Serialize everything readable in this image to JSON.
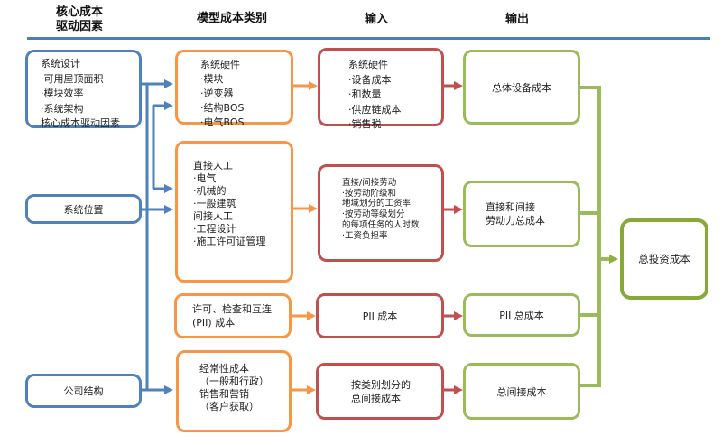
{
  "headers": {
    "core_drivers": {
      "lines": [
        "核心成本",
        "驱动因素"
      ]
    },
    "model_categories": "模型成本类别",
    "inputs": "输入",
    "outputs": "输出"
  },
  "colors": {
    "blue": "#4F81BD",
    "orange": "#F79646",
    "red": "#C0504D",
    "green": "#9BBB59",
    "dark_green": "#86A937"
  },
  "drivers": {
    "system_design": {
      "lines": [
        "系统设计",
        "·可用屋顶面积",
        "·模块效率",
        "·系统架构",
        "核心成本驱动因素"
      ]
    },
    "system_location": {
      "label": "系统位置"
    },
    "company_structure": {
      "label": "公司结构"
    }
  },
  "categories": {
    "system_hardware": {
      "lines": [
        "系统硬件",
        "·模块",
        "·逆变器",
        "·结构BOS",
        "·电气BOS"
      ]
    },
    "labor": {
      "lines": [
        "直接人工",
        "·电气",
        "·机械的",
        "·一般建筑",
        "间接人工",
        "·工程设计",
        "·施工许可证管理"
      ]
    },
    "pii": {
      "lines": [
        "许可、检查和互连",
        "(PII) 成本"
      ]
    },
    "recurring": {
      "lines": [
        "经常性成本",
        "（一般和行政）",
        "销售和营销",
        "（客户获取）"
      ]
    }
  },
  "inputs": {
    "system_hardware": {
      "lines": [
        "系统硬件",
        "·设备成本",
        "·和数量",
        "·供应链成本",
        "·销售税"
      ]
    },
    "labor": {
      "lines": [
        "直接/间接劳动",
        "·按劳动阶级和",
        "地域划分的工资率",
        "·按劳动等级划分",
        "的每项任务的人时数",
        "·工资负担率"
      ]
    },
    "pii": {
      "label": "PII 成本"
    },
    "indirect": {
      "lines": [
        "按类别划分的",
        "总间接成本"
      ]
    }
  },
  "outputs": {
    "equipment": {
      "label": "总体设备成本"
    },
    "labor": {
      "lines": [
        "直接和间接",
        "劳动力总成本"
      ]
    },
    "pii": {
      "label": "PII  总成本"
    },
    "indirect": {
      "label": "总间接成本"
    },
    "total": {
      "label": "总投资成本"
    }
  }
}
